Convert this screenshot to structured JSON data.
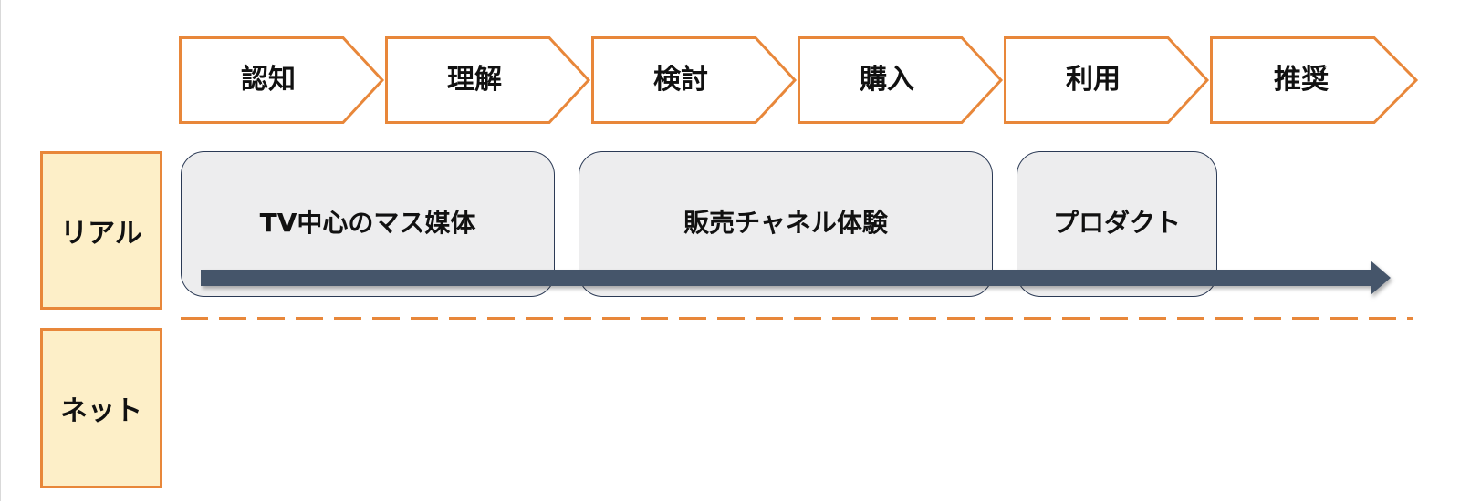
{
  "stages": [
    {
      "label": "認知"
    },
    {
      "label": "理解"
    },
    {
      "label": "検討"
    },
    {
      "label": "購入"
    },
    {
      "label": "利用"
    },
    {
      "label": "推奨"
    }
  ],
  "rows": [
    {
      "label": "リアル"
    },
    {
      "label": "ネット"
    }
  ],
  "touchpoints": [
    {
      "label": "TV中心のマス媒体"
    },
    {
      "label": "販売チャネル体験"
    },
    {
      "label": "プロダクト"
    }
  ],
  "colors": {
    "accent_orange": "#e8873a",
    "row_label_fill": "#fdefc8",
    "touchpoint_fill": "#ededee",
    "touchpoint_border": "#2b3a55",
    "arrow": "#44546a"
  }
}
